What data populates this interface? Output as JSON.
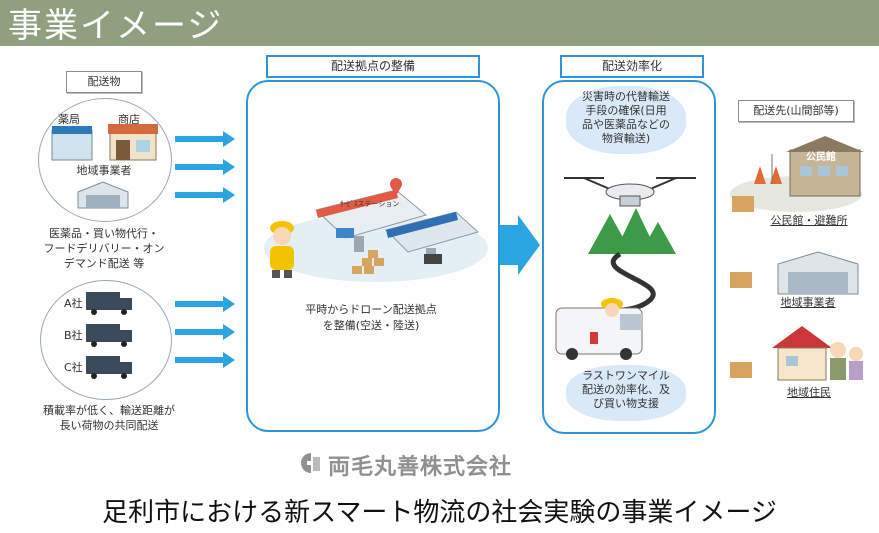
{
  "header": {
    "title": "事業イメージ"
  },
  "source": {
    "title": "配送物",
    "shop_circle": {
      "label_pharmacy": "薬局",
      "label_store": "商店",
      "label_local": "地域事業者"
    },
    "desc1": [
      "医薬品・買い物代行・",
      "フードデリバリー・オン",
      "デマンド配送 等"
    ],
    "trucks": [
      "A社",
      "B社",
      "C社"
    ],
    "desc2": [
      "積載率が低く、輸送距離が",
      "長い荷物の共同配送"
    ]
  },
  "hub": {
    "title": "配送拠点の整備",
    "station_sign": "ｻｰﾋﾞｽステーション",
    "desc": [
      "平時からドローン配送拠点",
      "を整備(空送・陸送)"
    ]
  },
  "efficiency": {
    "title": "配送効率化",
    "cloud_top": [
      "災害時の代替輸送",
      "手段の確保(日用",
      "品や医薬品などの",
      "物資輸送)"
    ],
    "cloud_bottom": [
      "ラストワンマイル",
      "配送の効率化、及",
      "び買い物支援"
    ]
  },
  "destination": {
    "title": "配送先(山間部等)",
    "hall_sign": "公民館",
    "items": [
      "公民館・避難所",
      "地域事業者",
      "地域住民"
    ]
  },
  "company": {
    "name": "両毛丸善株式会社"
  },
  "caption": "足利市における新スマート物流の社会実験の事業イメージ",
  "colors": {
    "header": "#8f9f7f",
    "accent": "#2b95d5",
    "arrow": "#2aa5e2",
    "mountain": "#3d9b48",
    "box": "#d8a55f"
  }
}
